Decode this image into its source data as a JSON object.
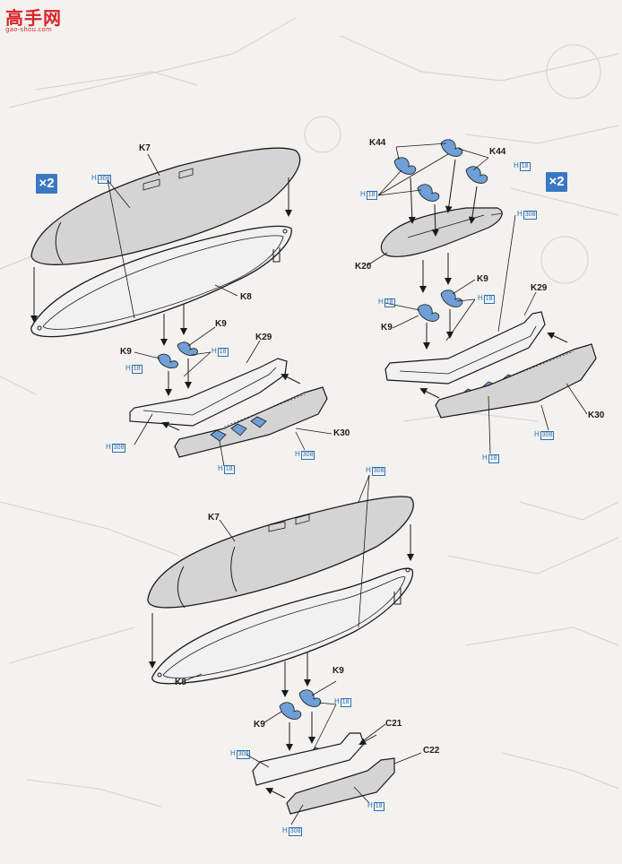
{
  "logo": {
    "main": "高手网",
    "sub": "gao-shou.com"
  },
  "badges": [
    "×2",
    "×2"
  ],
  "labels": {
    "k7_a": "K7",
    "k8_a": "K8",
    "k9_a1": "K9",
    "k9_a2": "K9",
    "k29_a": "K29",
    "k30_a": "K30",
    "k44_b1": "K44",
    "k44_b2": "K44",
    "k20_b": "K20",
    "k9_b1": "K9",
    "k9_b2": "K9",
    "k29_b": "K29",
    "k30_b": "K30",
    "k7_c": "K7",
    "k8_c": "K8",
    "k9_c1": "K9",
    "k9_c2": "K9",
    "c21_c": "C21",
    "c22_c": "C22"
  },
  "hcodes": {
    "h308_a1": "308",
    "h18_a1": "18",
    "h18_a2": "18",
    "h308_a2": "308",
    "h18_a3": "18",
    "h308_a3": "308",
    "h18_b1": "18",
    "h18_b2": "18",
    "h308_b1": "308",
    "h18_b3": "18",
    "h18_b4": "18",
    "h308_b2": "308",
    "h18_b5": "18",
    "h308_c1": "308",
    "h18_c1": "18",
    "h308_c2": "308",
    "h18_c2": "18",
    "h308_c3": "308"
  },
  "h_prefix": "H",
  "colors": {
    "part_grey": "#d4d4d4",
    "part_blue": "#6f9fd6",
    "accent_blue": "#3a78c3",
    "line": "#1a1a1a"
  }
}
